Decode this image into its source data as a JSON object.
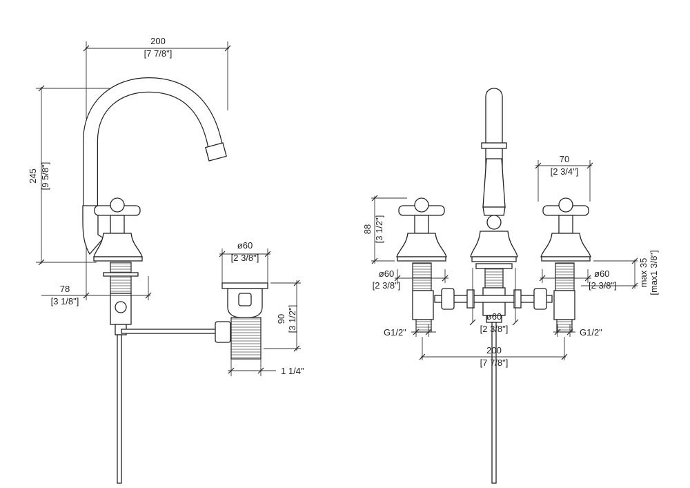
{
  "side_view": {
    "spout_reach": {
      "mm": "200",
      "inch": "[7 7/8\"]"
    },
    "height": {
      "mm": "245",
      "inch": "[9 5/8\"]"
    },
    "spout_offset": {
      "mm": "78",
      "inch": "[3 1/8\"]"
    },
    "waste_diameter": {
      "mm": "ø60",
      "inch": "[2 3/8\"]"
    },
    "waste_height": {
      "mm": "90",
      "inch": "[3 1/2\"]"
    },
    "waste_thread": "1 1/4\""
  },
  "front_view": {
    "handle_width": {
      "mm": "70",
      "inch": "[2 3/4\"]"
    },
    "handle_height": {
      "mm": "88",
      "inch": "[3 1/2\"]"
    },
    "left_valve_diameter": {
      "mm": "ø60",
      "inch": "[2 3/8\"]"
    },
    "right_valve_diameter": {
      "mm": "ø60",
      "inch": "[2 3/8\"]"
    },
    "deck_thickness": {
      "mm": "max 35",
      "inch": "[max1 3/8\"]"
    },
    "spout_base_diameter": {
      "mm": "ø60",
      "inch": "[2 3/8\"]"
    },
    "left_connection": "G1/2\"",
    "right_connection": "G1/2\"",
    "centers": {
      "mm": "200",
      "inch": "[7 7/8\"]"
    }
  }
}
